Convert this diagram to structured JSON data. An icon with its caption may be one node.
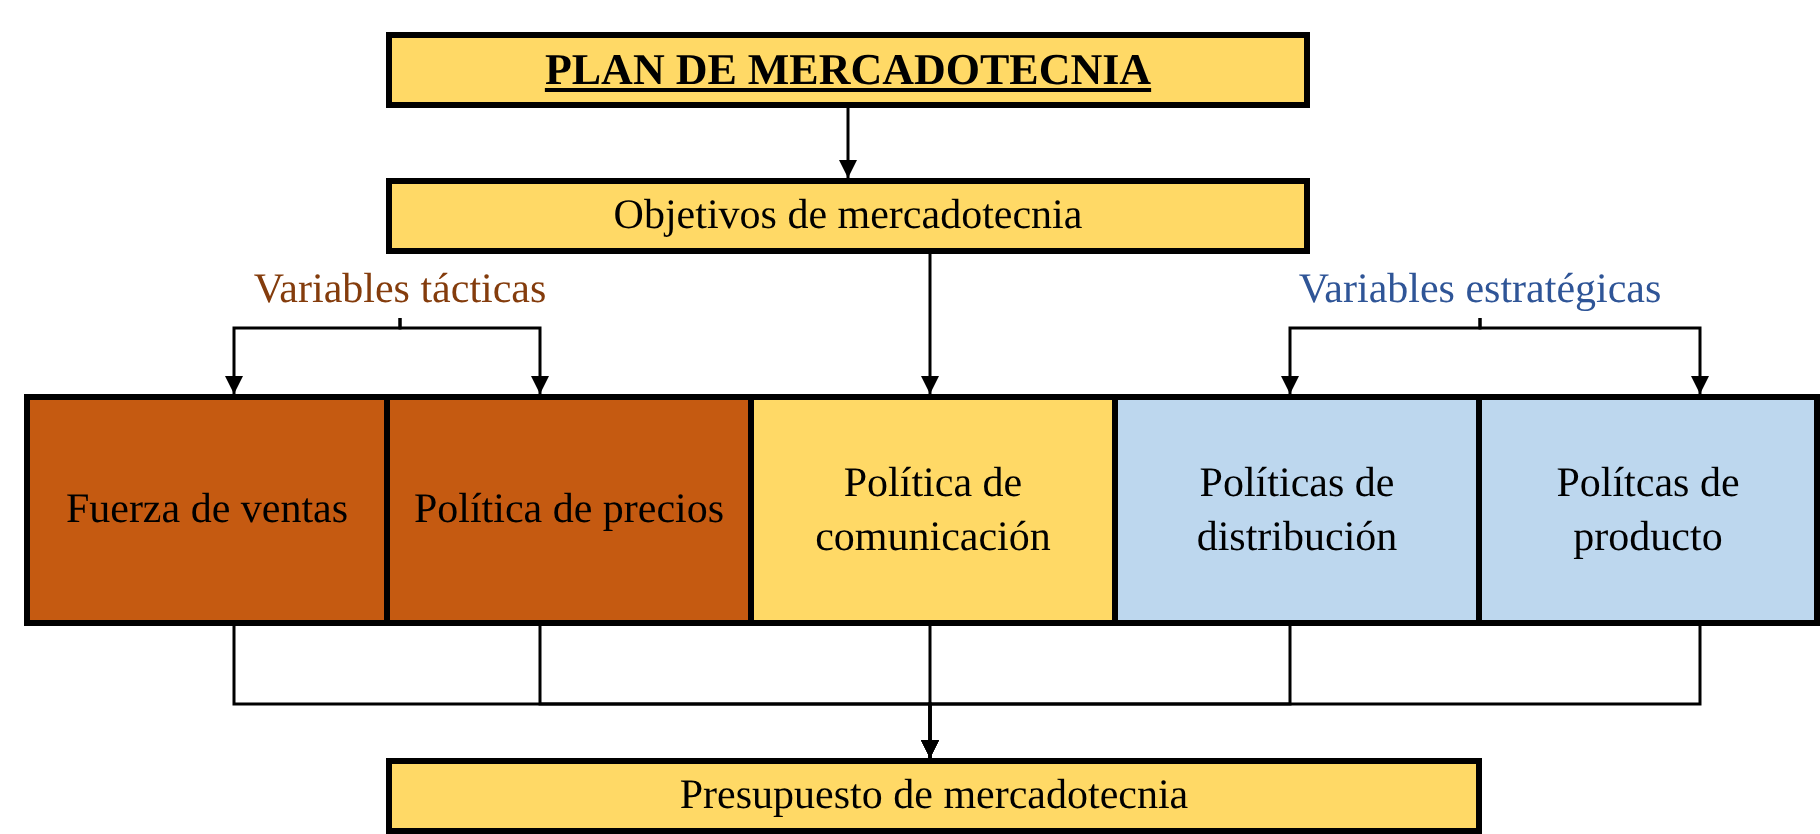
{
  "diagram": {
    "nodes": [
      {
        "text": [
          "PLAN DE MERCADOTECNIA"
        ]
      },
      {
        "text": [
          "Objetivos de mercadotecnia"
        ]
      },
      {
        "text": [
          "Variables tácticas"
        ]
      },
      {
        "text": [
          "Variables estratégicas"
        ]
      },
      {
        "text": [
          "Fuerza de ventas"
        ]
      },
      {
        "text": [
          "Política de precios"
        ]
      },
      {
        "text": [
          "Política de comunicación"
        ]
      },
      {
        "text": [
          "Políticas de distribución"
        ]
      },
      {
        "text": [
          "Polítcas de producto"
        ]
      },
      {
        "text": [
          "Presupuesto de mercadotecnia"
        ]
      }
    ],
    "edges": [
      {
        "from": 0,
        "to": 1,
        "arrow": "to"
      },
      {
        "from": 1,
        "to": 6,
        "arrow": "to"
      },
      {
        "from": 2,
        "to": 4,
        "arrow": "to"
      },
      {
        "from": 2,
        "to": 5,
        "arrow": "to"
      },
      {
        "from": 3,
        "to": 7,
        "arrow": "to"
      },
      {
        "from": 3,
        "to": 8,
        "arrow": "to"
      },
      {
        "from": 4,
        "to": 9,
        "arrow": "to"
      },
      {
        "from": 5,
        "to": 9,
        "arrow": "to"
      },
      {
        "from": 6,
        "to": 9,
        "arrow": "to"
      },
      {
        "from": 7,
        "to": 9,
        "arrow": "to"
      },
      {
        "from": 8,
        "to": 9,
        "arrow": "to"
      }
    ]
  }
}
